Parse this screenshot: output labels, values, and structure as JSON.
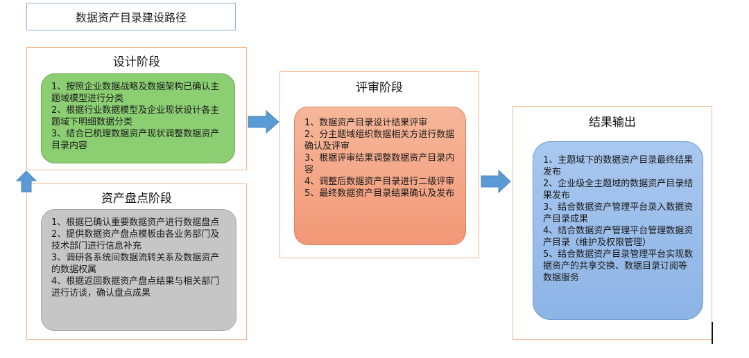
{
  "title": "数据资产目录建设路径",
  "stages": {
    "design": {
      "title": "设计阶段",
      "items": [
        "1、按照企业数据战略及数据架构已确认主题域模型进行分类",
        "2、根据行业数据模型及企业现状设计各主题域下明细数据分类",
        "3、结合已梳理数据资产现状调整数据资产目录内容"
      ]
    },
    "inventory": {
      "title": "资产盘点阶段",
      "items": [
        "1、根据已确认重要数据资产进行数据盘点",
        "2、提供数据资产盘点模板由各业务部门及技术部门进行信息补充",
        "3、调研各系统间数据流转关系及数据资产的数据权属",
        "4、根据返回数据资产盘点结果与相关部门进行访谈，确认盘点成果"
      ]
    },
    "review": {
      "title": "评审阶段",
      "items": [
        "1、数据资产目录设计结果评审",
        "2、分主题域组织数据相关方进行数据确认及评审",
        "3、根据评审结果调整数据资产目录内容",
        "4、调整后数据资产目录进行二级评审",
        "5、最终数据资产目录结果确认及发布"
      ]
    },
    "output": {
      "title": "结果输出",
      "items": [
        "1、主题域下的数据资产目录最终结果发布",
        "2、企业级全主题域的数据资产目录结果发布",
        "3、结合数据资产管理平台录入数据资产目录成果",
        "4、结合数据资产管理平台管理数据资产目录（维护及权限管理）",
        "5、结合数据资产目录管理平台实现数据资产的共享交换、数据目录订阅等数据服务"
      ]
    }
  },
  "colors": {
    "border": "#f2b48e",
    "arrow": "#5b9bd5",
    "green": "#8ccf73",
    "orange": "#f19877",
    "gray": "#c6c6c6",
    "blue": "#8db4e6"
  }
}
